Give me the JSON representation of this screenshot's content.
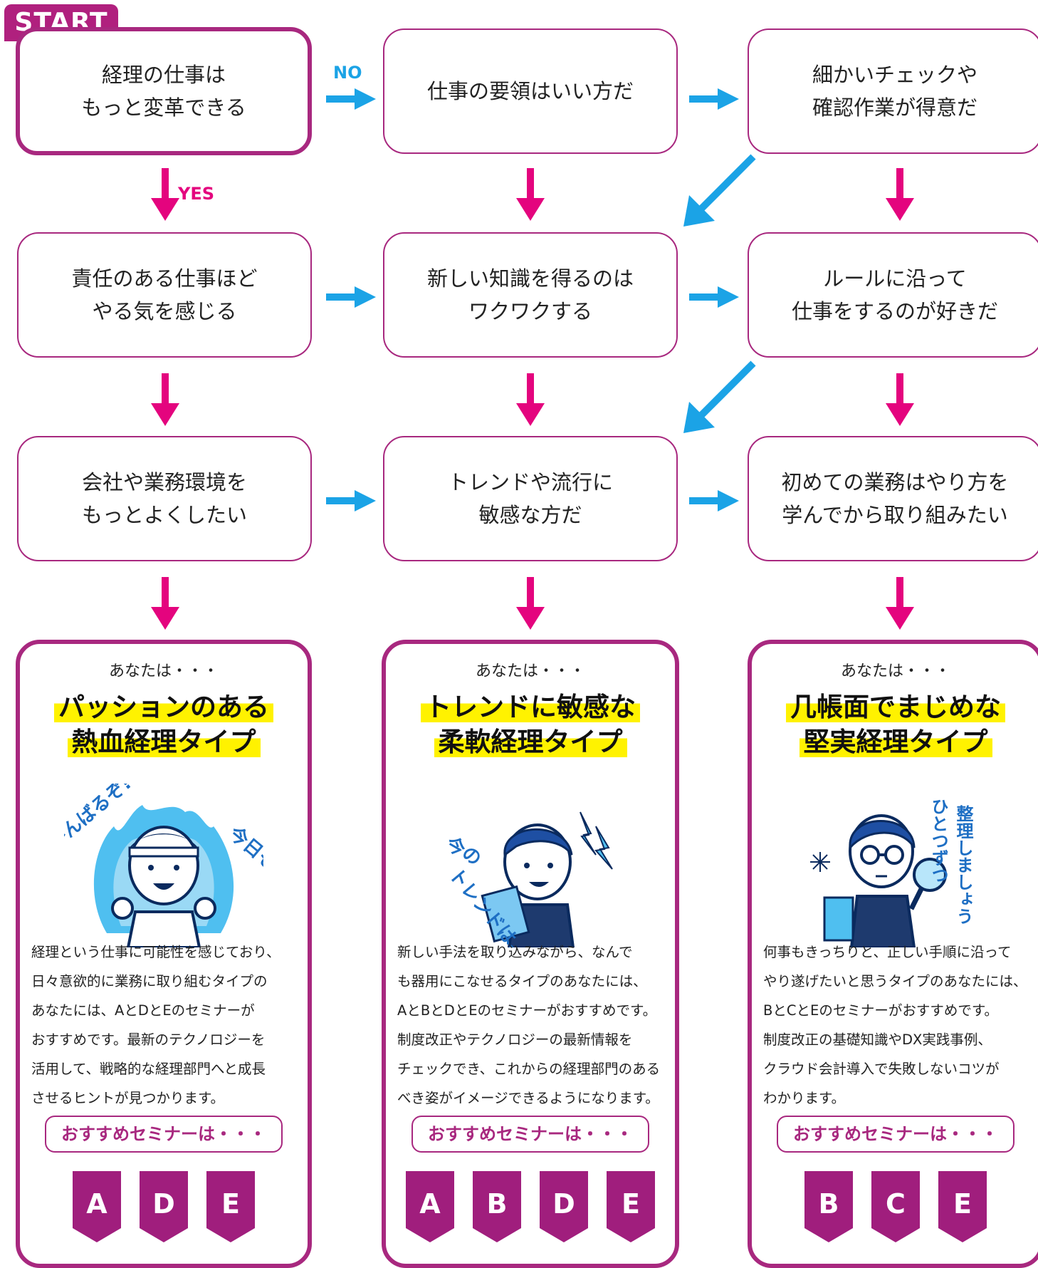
{
  "start_label": "START",
  "labels": {
    "no": "NO",
    "yes": "YES"
  },
  "colors": {
    "border": "#a8287f",
    "yes_arrow": "#e4047e",
    "no_arrow": "#1ba3e6",
    "highlight": "#fff200",
    "badge": "#a01e7d"
  },
  "questions": [
    {
      "line1": "経理の仕事は",
      "line2": "もっと変革できる"
    },
    {
      "line1": "仕事の要領はいい方だ",
      "line2": ""
    },
    {
      "line1": "細かいチェックや",
      "line2": "確認作業が得意だ"
    },
    {
      "line1": "責任のある仕事ほど",
      "line2": "やる気を感じる"
    },
    {
      "line1": "新しい知識を得るのは",
      "line2": "ワクワクする"
    },
    {
      "line1": "ルールに沿って",
      "line2": "仕事をするのが好きだ"
    },
    {
      "line1": "会社や業務環境を",
      "line2": "もっとよくしたい"
    },
    {
      "line1": "トレンドや流行に",
      "line2": "敏感な方だ"
    },
    {
      "line1": "初めての業務はやり方を",
      "line2": "学んでから取り組みたい"
    }
  ],
  "results": [
    {
      "intro": "あなたは・・・",
      "title1": "パッションのある",
      "title2": "熱血経理タイプ",
      "illus_text1": "がんばるぞ!",
      "illus_text2": "今日も",
      "desc": [
        "経理という仕事に可能性を感じており、",
        "日々意欲的に業務に取り組むタイプの",
        "あなたには、AとDとEのセミナーが",
        "おすすめです。最新のテクノロジーを",
        "活用して、戦略的な経理部門へと成長",
        "させるヒントが見つかります。"
      ],
      "rec": "おすすめセミナーは・・・",
      "badges": [
        "A",
        "D",
        "E"
      ]
    },
    {
      "intro": "あなたは・・・",
      "title1": "トレンドに敏感な",
      "title2": "柔軟経理タイプ",
      "illus_text1": "今の",
      "illus_text2": "トレンドは…",
      "desc": [
        "新しい手法を取り込みながら、なんで",
        "も器用にこなせるタイプのあなたには、",
        "AとBとDとEのセミナーがおすすめです。",
        "制度改正やテクノロジーの最新情報を",
        "チェックでき、これからの経理部門のある",
        "べき姿がイメージできるようになります。"
      ],
      "rec": "おすすめセミナーは・・・",
      "badges": [
        "A",
        "B",
        "D",
        "E"
      ]
    },
    {
      "intro": "あなたは・・・",
      "title1": "几帳面でまじめな",
      "title2": "堅実経理タイプ",
      "illus_text1": "ひとつずつ",
      "illus_text2": "整理しましょう",
      "desc": [
        "何事もきっちりと、正しい手順に沿って",
        "やり遂げたいと思うタイプのあなたには、",
        "BとCとEのセミナーがおすすめです。",
        "制度改正の基礎知識やDX実践事例、",
        "クラウド会計導入で失敗しないコツが",
        "わかります。"
      ],
      "rec": "おすすめセミナーは・・・",
      "badges": [
        "B",
        "C",
        "E"
      ]
    }
  ]
}
